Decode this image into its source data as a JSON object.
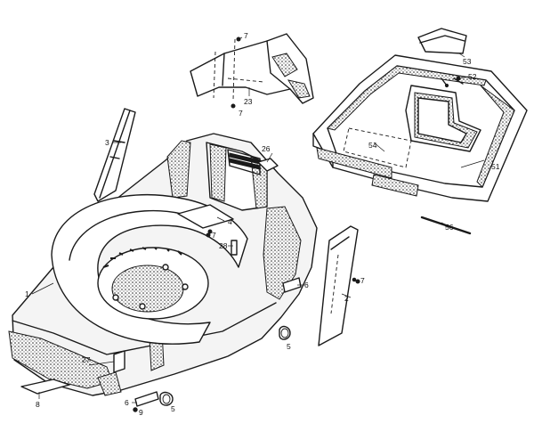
{
  "callouts": [
    {
      "id": "c1",
      "text": "1"
    },
    {
      "id": "c2",
      "text": "2"
    },
    {
      "id": "c3",
      "text": "3"
    },
    {
      "id": "c4",
      "text": "4"
    },
    {
      "id": "c5a",
      "text": "5"
    },
    {
      "id": "c5b",
      "text": "5"
    },
    {
      "id": "c6a",
      "text": "6"
    },
    {
      "id": "c6b",
      "text": "6"
    },
    {
      "id": "c7a",
      "text": "7"
    },
    {
      "id": "c7b",
      "text": "7"
    },
    {
      "id": "c7c",
      "text": "7"
    },
    {
      "id": "c7d",
      "text": "7"
    },
    {
      "id": "c8",
      "text": "8"
    },
    {
      "id": "c9",
      "text": "9"
    },
    {
      "id": "c23",
      "text": "23"
    },
    {
      "id": "c26",
      "text": "26"
    },
    {
      "id": "c27",
      "text": "27"
    },
    {
      "id": "c28",
      "text": "28"
    },
    {
      "id": "c51",
      "text": "51"
    },
    {
      "id": "c52",
      "text": "52"
    },
    {
      "id": "c53",
      "text": "53"
    },
    {
      "id": "c54",
      "text": "54"
    },
    {
      "id": "c56",
      "text": "56"
    }
  ]
}
